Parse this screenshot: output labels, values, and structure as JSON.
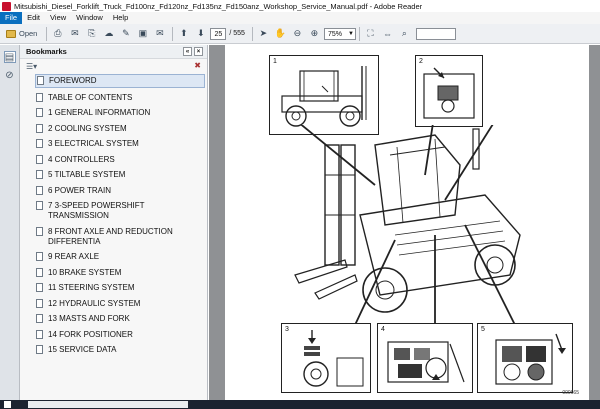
{
  "window": {
    "title": "Mitsubishi_Diesel_Forklift_Truck_Fd100nz_Fd120nz_Fd135nz_Fd150anz_Workshop_Service_Manual.pdf - Adobe Reader"
  },
  "menu": [
    "File",
    "Edit",
    "View",
    "Window",
    "Help"
  ],
  "toolbar": {
    "open_label": "Open",
    "current_page": "25",
    "total_pages": "/ 555",
    "zoom": "75%"
  },
  "bookmarks": {
    "title": "Bookmarks",
    "items": [
      "FOREWORD",
      "TABLE OF CONTENTS",
      "1 GENERAL INFORMATION",
      "2 COOLING SYSTEM",
      "3 ELECTRICAL SYSTEM",
      "4 CONTROLLERS",
      "5 TILTABLE SYSTEM",
      "6 POWER TRAIN",
      "7 3-SPEED POWERSHIFT TRANSMISSION",
      "8 FRONT AXLE AND REDUCTION DIFFERENTIA",
      "9 REAR AXLE",
      "10 BRAKE SYSTEM",
      "11 STEERING SYSTEM",
      "12 HYDRAULIC SYSTEM",
      "13 MASTS AND FORK",
      "14 FORK POSITIONER",
      "15 SERVICE DATA"
    ]
  },
  "figure": {
    "panel_labels": [
      "1",
      "2",
      "3",
      "4",
      "5"
    ],
    "caption": "000665"
  },
  "colors": {
    "accent": "#0a6fbf",
    "selection": "#dde7f4",
    "doc_background": "#8f9194"
  }
}
